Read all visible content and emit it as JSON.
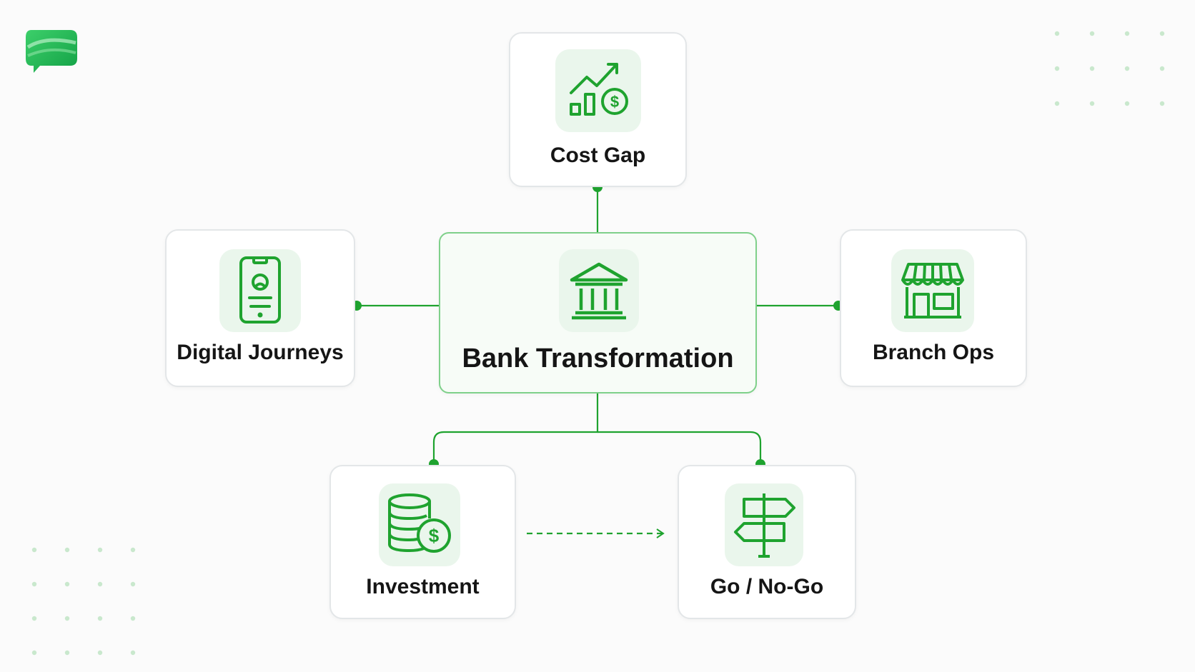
{
  "diagram": {
    "center": {
      "label": "Bank Transformation",
      "icon": "bank-icon"
    },
    "nodes": [
      {
        "id": "cost-gap",
        "label": "Cost Gap",
        "icon": "growth-chart-dollar-icon"
      },
      {
        "id": "digital-journeys",
        "label": "Digital Journeys",
        "icon": "mobile-phone-icon"
      },
      {
        "id": "branch-ops",
        "label": "Branch Ops",
        "icon": "storefront-icon"
      },
      {
        "id": "investment",
        "label": "Investment",
        "icon": "coins-dollar-icon"
      },
      {
        "id": "go-no-go",
        "label": "Go / No-Go",
        "icon": "signpost-icon"
      }
    ],
    "edges": [
      {
        "from": "cost-gap",
        "to": "center",
        "style": "solid"
      },
      {
        "from": "digital-journeys",
        "to": "center",
        "style": "solid"
      },
      {
        "from": "branch-ops",
        "to": "center",
        "style": "solid"
      },
      {
        "from": "center",
        "to": "investment",
        "style": "solid"
      },
      {
        "from": "center",
        "to": "go-no-go",
        "style": "solid"
      },
      {
        "from": "investment",
        "to": "go-no-go",
        "style": "dashed-arrow"
      }
    ]
  },
  "colors": {
    "accent": "#1fa32f",
    "tile": "#eaf6ec",
    "card_border": "#e3e6e8",
    "center_border": "#7fd08a",
    "dots": "#c9e8cd"
  },
  "logo": {
    "icon": "chat-bubble-logo-icon"
  }
}
